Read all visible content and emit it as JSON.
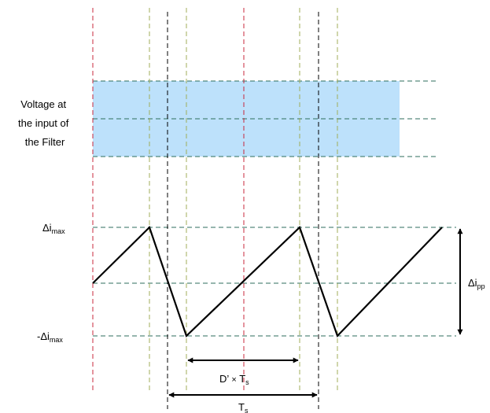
{
  "input_voltage": {
    "label_lines": [
      "Voltage at",
      "the input of",
      "the Filter"
    ]
  },
  "current": {
    "max": {
      "prefix": "Δi",
      "sub": "max"
    },
    "min": {
      "prefix": "-Δi",
      "sub": "max"
    },
    "pp": {
      "prefix": "Δi",
      "sub": "pp"
    }
  },
  "dimensions": {
    "on_time": {
      "prefix": "D’ ",
      "times": "×",
      "mid": " T",
      "sub": "s"
    },
    "period": {
      "prefix": "T",
      "sub": "s"
    }
  },
  "colors": {
    "band_fill": "#bde1fb",
    "level_line": "#2e6e5e",
    "guide_red": "#c8283c",
    "guide_olive": "#a0ad5a",
    "guide_black": "#000000",
    "waveform": "#000000"
  }
}
